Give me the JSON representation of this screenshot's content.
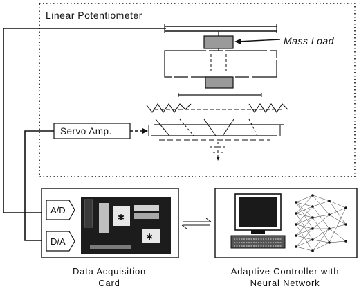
{
  "labels": {
    "linear_potentiometer": "Linear Potentiometer",
    "mass_load": "Mass Load",
    "servo_amp": "Servo Amp.",
    "ad": "A/D",
    "da": "D/A",
    "daq_line1": "Data Acquisition",
    "daq_line2": "Card",
    "controller_line1": "Adaptive Controller with",
    "controller_line2": "Neural Network"
  },
  "colors": {
    "ink": "#111111",
    "mass_fill": "#9a9a9a",
    "card_fill": "#1c1c1c",
    "background": "#ffffff"
  }
}
